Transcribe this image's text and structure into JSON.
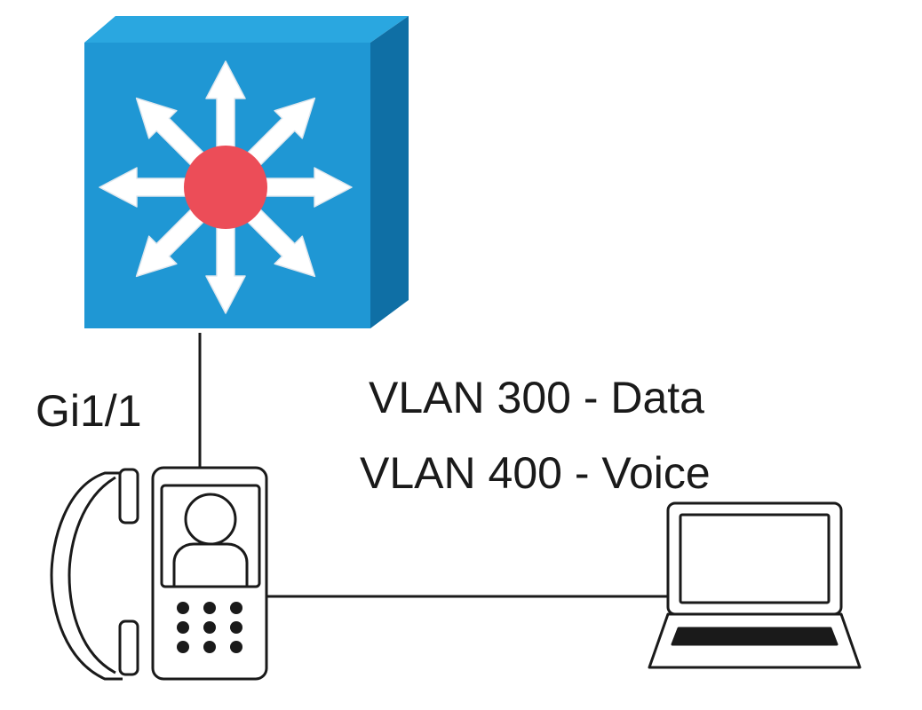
{
  "diagram": {
    "nodes": {
      "switch": {
        "icon": "layer3-switch-icon"
      },
      "phone": {
        "icon": "ip-phone-icon"
      },
      "laptop": {
        "icon": "laptop-icon"
      }
    },
    "port_label": "Gi1/1",
    "vlans": [
      {
        "text": "VLAN 300 - Data"
      },
      {
        "text": "VLAN 400 - Voice"
      }
    ],
    "colors": {
      "switch_front": "#1f97d4",
      "switch_top": "#2aa7e0",
      "switch_side": "#0f6fa5",
      "switch_center": "#ec4d58",
      "arrow": "#ffffff",
      "line": "#1a1a1a"
    }
  }
}
